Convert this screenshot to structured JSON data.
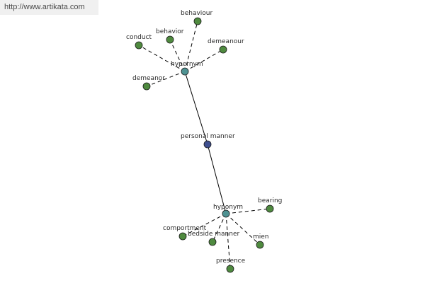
{
  "watermark": {
    "text": "http://www.artikata.com"
  },
  "colors": {
    "center": "#3f4f8f",
    "relation": "#4f9393",
    "term": "#4f8a3f"
  },
  "graph": {
    "center": {
      "id": "personal-manner",
      "label": "personal manner",
      "kind": "center"
    },
    "groups": [
      {
        "relation": {
          "id": "hypernym",
          "label": "hypernym",
          "kind": "relation"
        },
        "terms": [
          {
            "id": "behaviour",
            "label": "behaviour"
          },
          {
            "id": "behavior",
            "label": "behavior"
          },
          {
            "id": "conduct",
            "label": "conduct"
          },
          {
            "id": "demeanour",
            "label": "demeanour"
          },
          {
            "id": "demeanor",
            "label": "demeanor"
          }
        ]
      },
      {
        "relation": {
          "id": "hyponym",
          "label": "hyponym",
          "kind": "relation"
        },
        "terms": [
          {
            "id": "bearing",
            "label": "bearing"
          },
          {
            "id": "comportment",
            "label": "comportment"
          },
          {
            "id": "bedside-manner",
            "label": "bedside manner"
          },
          {
            "id": "mien",
            "label": "mien"
          },
          {
            "id": "presence",
            "label": "presence"
          }
        ]
      }
    ]
  }
}
